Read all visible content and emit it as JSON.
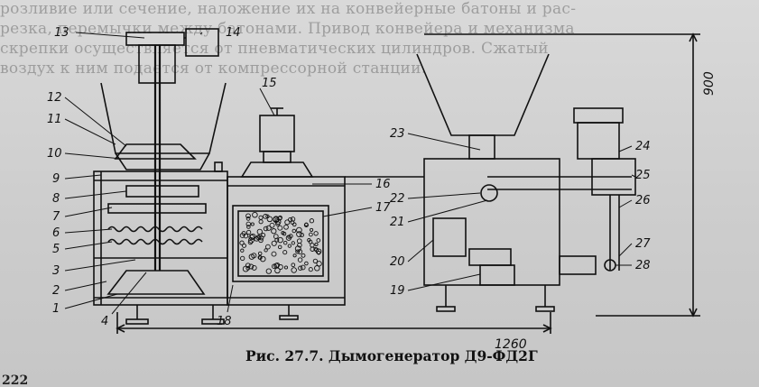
{
  "background_text": [
    "розливие или сечение, наложение их на конвейерные батоны и рас-",
    "резка, перемычки между батонами. Привод конвейера и механизма",
    "скрепки осуществляется от пневматических цилиндров. Сжатый",
    "воздух к ним подается от компрессорной станции."
  ],
  "caption": "Рис. 27.7. Дымогенератор Д9-ФД2Г",
  "dimensions": {
    "height": "900",
    "width": "1260"
  },
  "labels": [
    "1",
    "2",
    "3",
    "4",
    "5",
    "6",
    "7",
    "8",
    "9",
    "10",
    "11",
    "12",
    "13",
    "14",
    "15",
    "16",
    "17",
    "18",
    "19",
    "20",
    "21",
    "22",
    "23",
    "24",
    "25",
    "26",
    "27",
    "28"
  ],
  "page_number": "222",
  "colors": {
    "ink": "#111111",
    "paper": "#d2d2d2"
  }
}
